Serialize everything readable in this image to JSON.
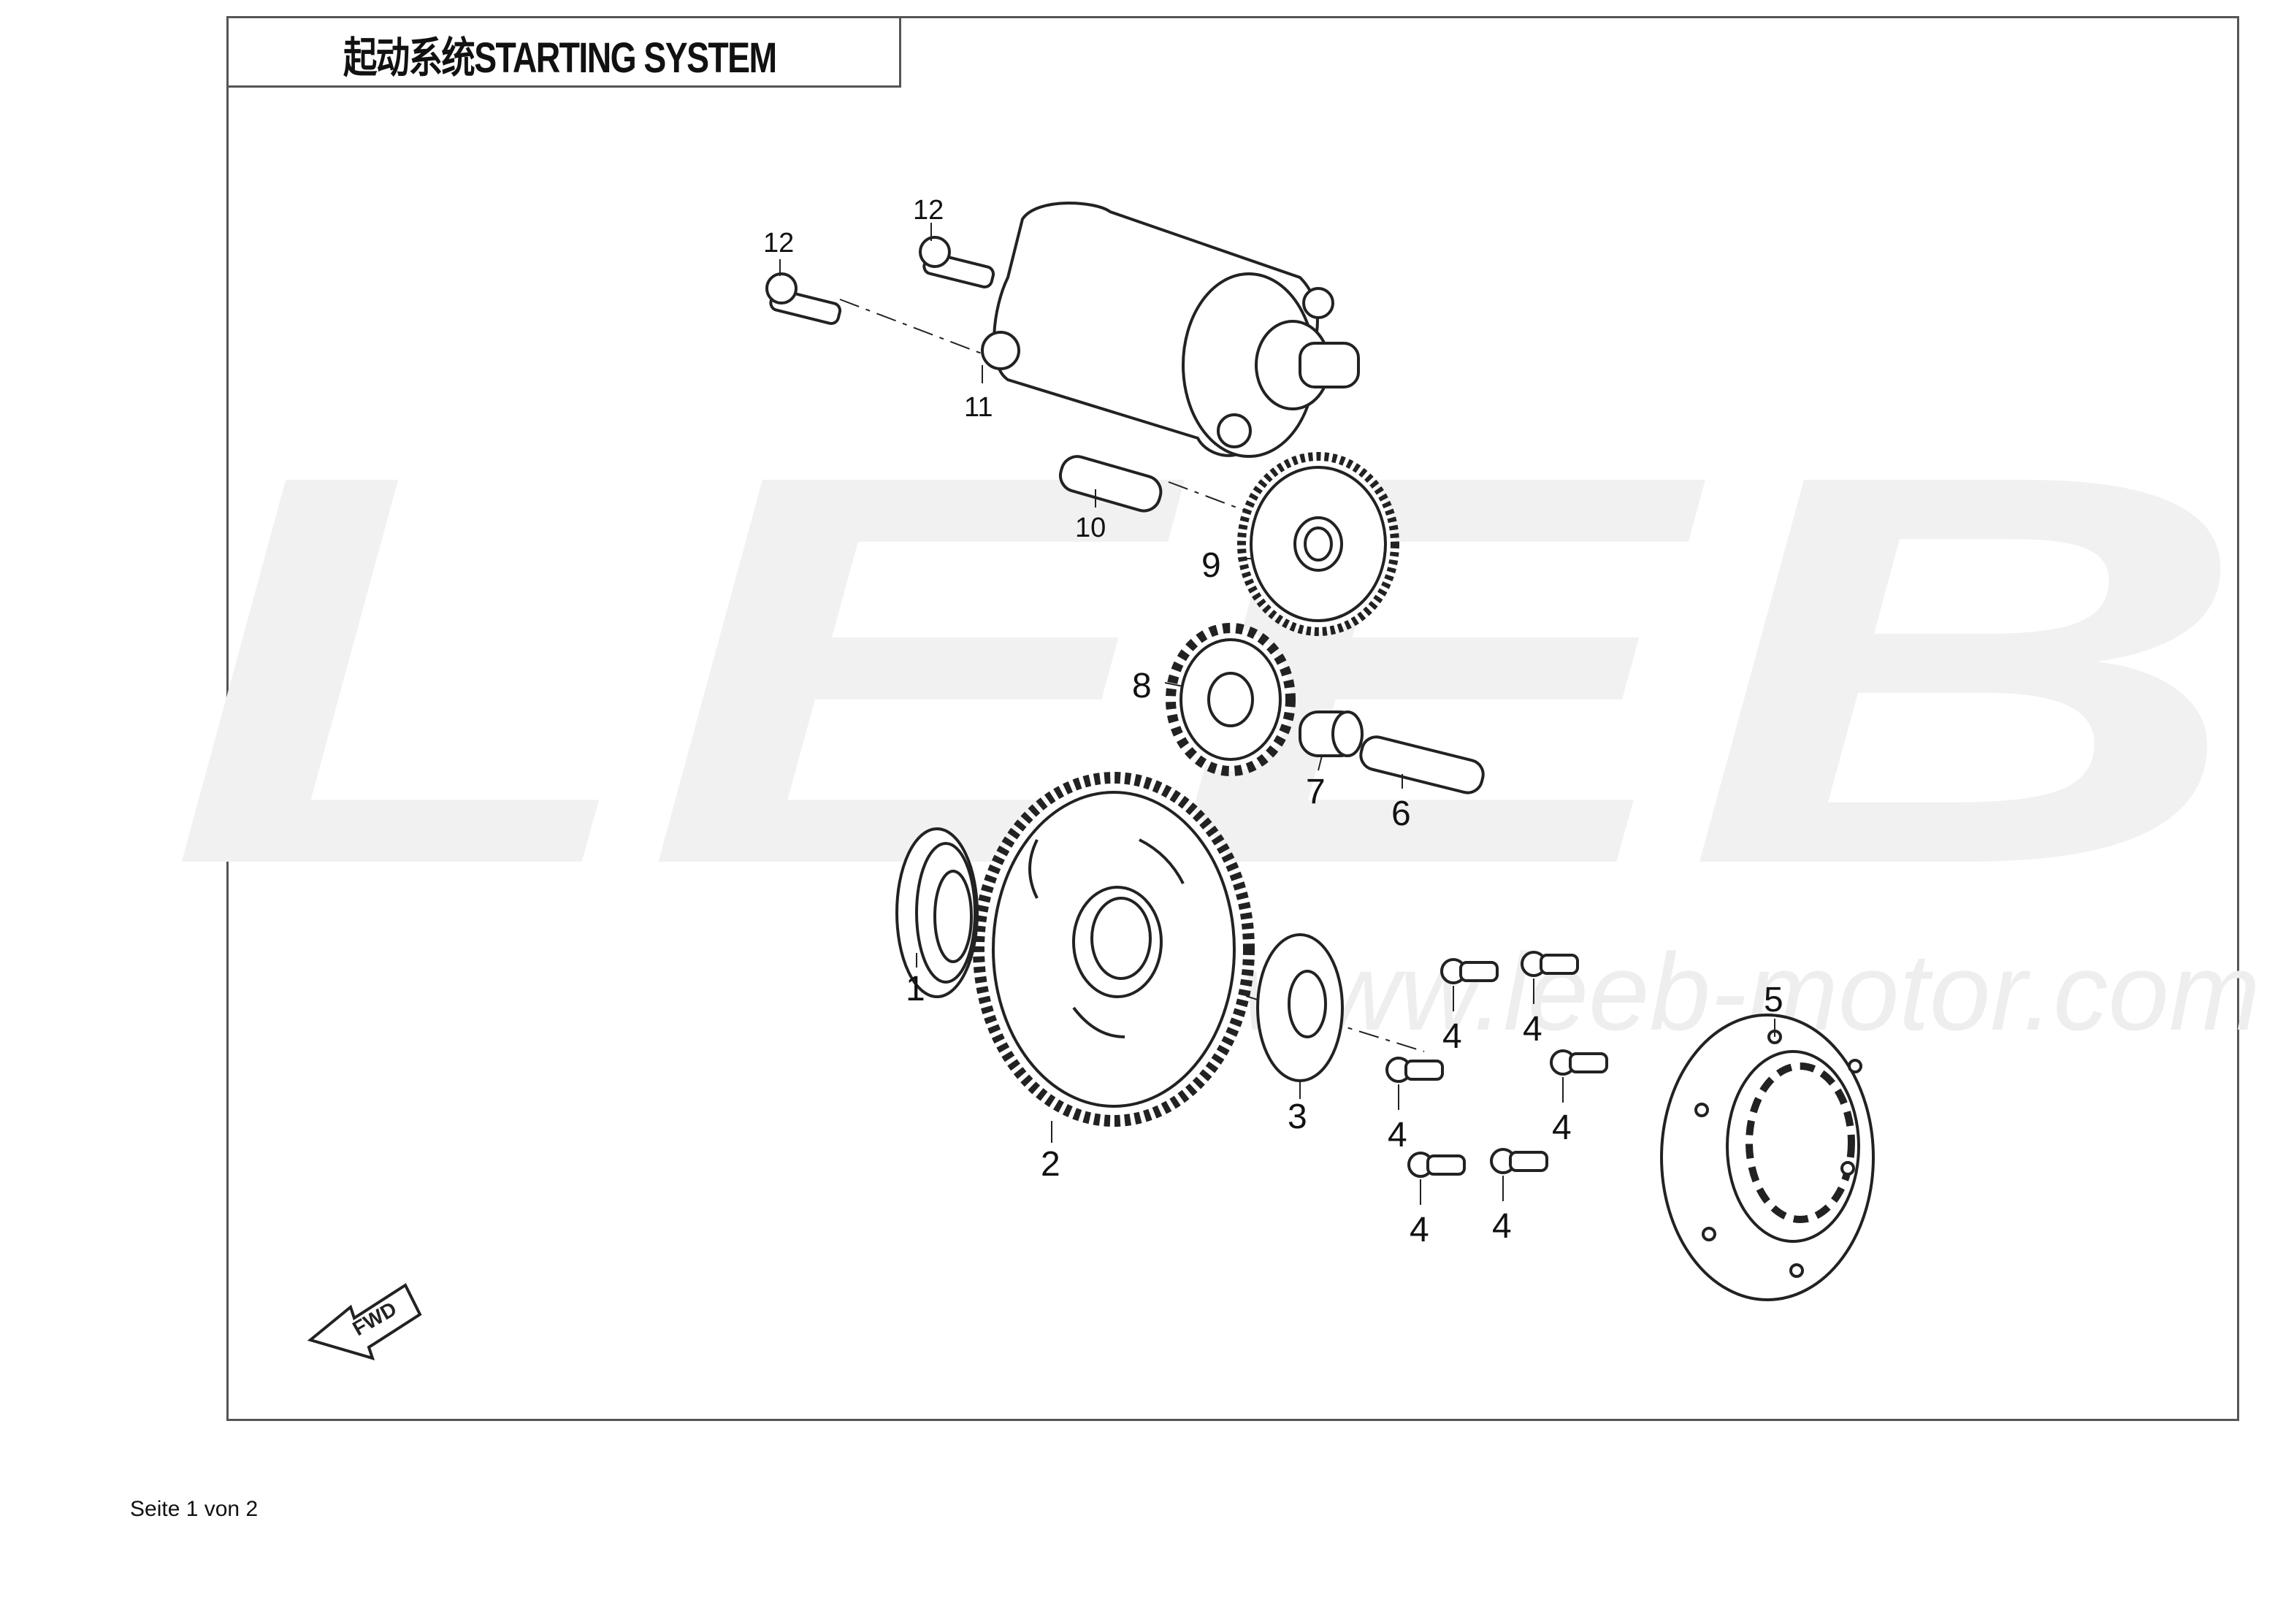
{
  "header": {
    "title": "起动系统STARTING SYSTEM"
  },
  "watermark": {
    "brand": "LEEB",
    "url": "www.leeb-motor.com"
  },
  "fwd_label": "FWD",
  "callouts": {
    "c1": "1",
    "c2": "2",
    "c3": "3",
    "c4a": "4",
    "c4b": "4",
    "c4c": "4",
    "c4d": "4",
    "c4e": "4",
    "c4f": "4",
    "c5": "5",
    "c6": "6",
    "c7": "7",
    "c8": "8",
    "c9": "9",
    "c10": "10",
    "c11": "11",
    "c12a": "12",
    "c12b": "12"
  },
  "footer": {
    "page": "Seite 1 von 2"
  }
}
